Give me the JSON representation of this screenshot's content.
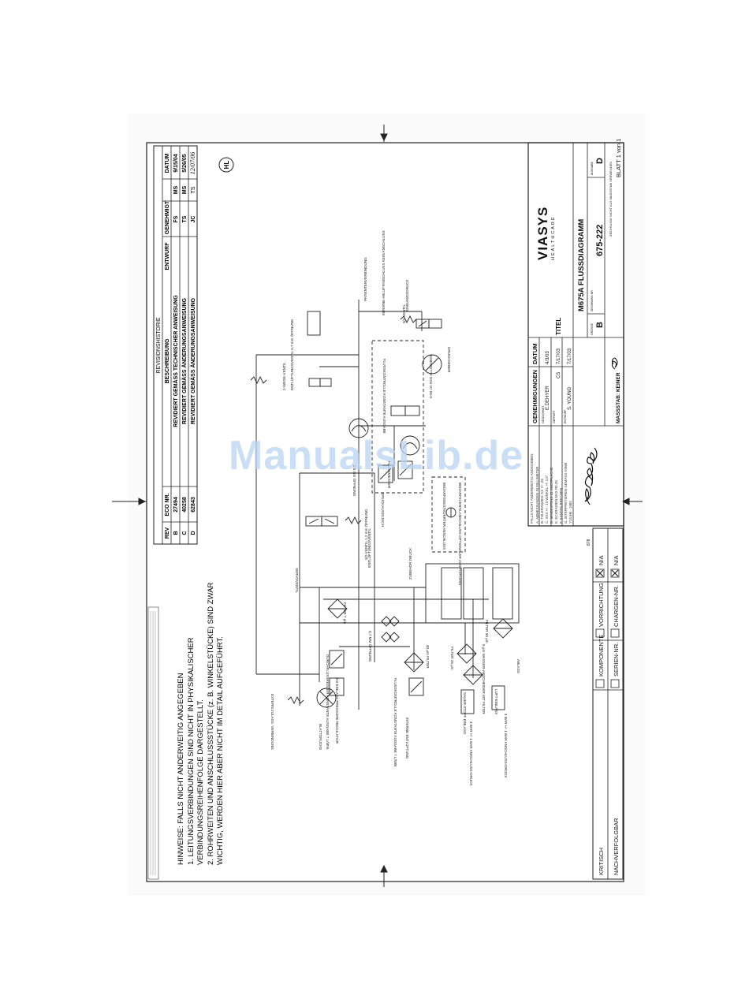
{
  "watermark": "ManualsLib.de",
  "revision_history": {
    "heading": "REVISIONSHISTORIE",
    "columns": [
      "REV",
      "ECO NR.",
      "BESCHREIBUNG",
      "ENTWURF",
      "GENEHMIGT",
      "DATUM"
    ],
    "rows": [
      {
        "rev": "B",
        "eco": "27494",
        "desc": "REVIDIERT GEMÄSS TECHNISCHER ANWEISUNG",
        "entwurf": "FS",
        "genehmigt": "MS",
        "datum": "9/15/04"
      },
      {
        "rev": "C",
        "eco": "40258",
        "desc": "REVIDIERT GEMÄSS ÄNDERUNGSANWEISUNG",
        "entwurf": "TS",
        "genehmigt": "MS",
        "datum": "5/26/05"
      },
      {
        "rev": "D",
        "eco": "62843",
        "desc": "REVIDIERT GEMÄSS ÄNDERUNGSANWEISUNG",
        "entwurf": "JC",
        "genehmigt": "TS",
        "datum": "12/07/06"
      }
    ],
    "hl_mark": "HL"
  },
  "notes": {
    "heading": "HINWEISE: FALLS NICHT ANDERWEITIG ANGEGEBEN",
    "items": [
      "1.  LEITUNGSVERBINDUNGEN SIND NICHT IN PHYSIKALISCHER",
      "     VERBINDUNGSREIHENFOLGE DARGESTELLT.",
      "2.  ROHRWEITEN UND ANSCHLUSSSTÜCKE (z. B. WINKELSTÜCKE) SIND ZWAR",
      "     WICHTIG, WERDEN HIER ABER NICHT IM DETAIL AUFGEFÜHRT."
    ]
  },
  "classification": {
    "kritisch": "KRITISCH",
    "komponente": "KOMPONENTE",
    "vorrichtung": "VORRICHTUNG",
    "na": "N/A",
    "nachverfolgbar": "NACHVERFOLGBAR",
    "seriennr": "SERIEN-NR.",
    "chargennr": "CHARGEN-NR.",
    "na2": "N/A",
    "ref": "878"
  },
  "approvals": {
    "heading_genehmigungen": "GENEHMIGUNGEN",
    "heading_datum": "DATUM",
    "rows": [
      {
        "role": "GEZEICHNET",
        "name": "E.DEHYER",
        "date": "4/3/03"
      },
      {
        "role": "GEPRÜFT",
        "name": "CS",
        "date": "7/17/03"
      },
      {
        "role": "ENTWURF",
        "name": "S. YOUNG",
        "date": "7/17/03"
      }
    ]
  },
  "title_block": {
    "company": "VIASYS",
    "company_sub": "HEALTHCARE",
    "titel_label": "TITEL",
    "title": "M675A FLUSSDIAGRAMM",
    "size_label": "GRÖSSE",
    "size": "B",
    "drawing_no_label": "ZEICHNUNG NR.",
    "drawing_no": "675-222",
    "rev_label": "AUSGABE",
    "rev": "D",
    "scale": "MASSSTAB: KEINER",
    "not_to_scale": "ZEICHNUNG NICHT ALS MASSSTAB VERWENDEN",
    "sheet": "BLATT 1 von 1"
  },
  "schematic": {
    "labels": {
      "blattdrucke": "BLATTDRUCKE",
      "extern_zulass": "EXTERN ZULASS. VERBINDUNG",
      "interne_entlueftung": "INTERNE ENTLÜFTUNG",
      "flussoeffnung": "FLUSSKONTROLLE KONSTANTE AUSGABE 7 L/MIN",
      "filter_40": "40 µm FILTER",
      "sauerstoff_einlass": "SAUER-STOFF EINLASS",
      "sauer_druck": "4 BAR +/- 1 BAR ANSCHLUSS-DRUCK",
      "luft_einlass": "LUFT-EINLASS",
      "luft_druck": "4 BAR +/- 1 BAR ANSCHLUSS-DRUCK",
      "ablass": "ABLASS",
      "wasserabscheider": "5 µm WASSER-ABSCHEIDER MIT FILTER",
      "filter_25": "FILTER 25 µm",
      "filter_30": "FILTER 30 µm",
      "filter_7": "FILTER 7 µm",
      "durchflussregler": "DURCHFLUSSREGLER KONSTANTE AUSGABE 7 L/MIN",
      "drossel": "0,7 MM ÖFFNUNG",
      "o2_einlass": "O2-EINLASS PRESSURE REGULATOR",
      "entluft": "ENTLÜFTUNGSVENTIL",
      "servoventil": "SERVOVENTIL",
      "dreiwege": "3/2-VENTIL 1,2 mm ÖFFNUNG",
      "zubehoer": "ZUBEHÖR DRUCK",
      "druckausgleich": "DRUCKAUSGLEICH",
      "flussmesser": "FLUSSMESSER",
      "flussregler": "FLUSSKONTROLLE KONSTANTE AUSGABE",
      "druckgeber": "DRUCKGEBER",
      "patientendruck": "PATIENTENVERBINDUNG",
      "netz": "BEDARFSGESTEUERTER ANSCHLUSS",
      "regler_bedarf": "BEDARFSVENTILANSCHLUSS OPTIONALER ZUSATZFLUSS",
      "zweiwege": "2-WEGE-VENTIL",
      "entluft_ventil": "ENTLÜFTUNGSVENTIL 0,7 mm ÖFFNUNG",
      "oeffnung_05": "0,5 mm ÖFFNUNG",
      "druck_max": "0-50 cm H2O ALLGEMEIN",
      "nebulizer": "3/2-VENTIL",
      "interne_aeusserst": "INTERNE ABLUFTANSCHLUSS KEIN ANSCHLUSS",
      "eingang": "EINGANGSDRUCK"
    }
  }
}
